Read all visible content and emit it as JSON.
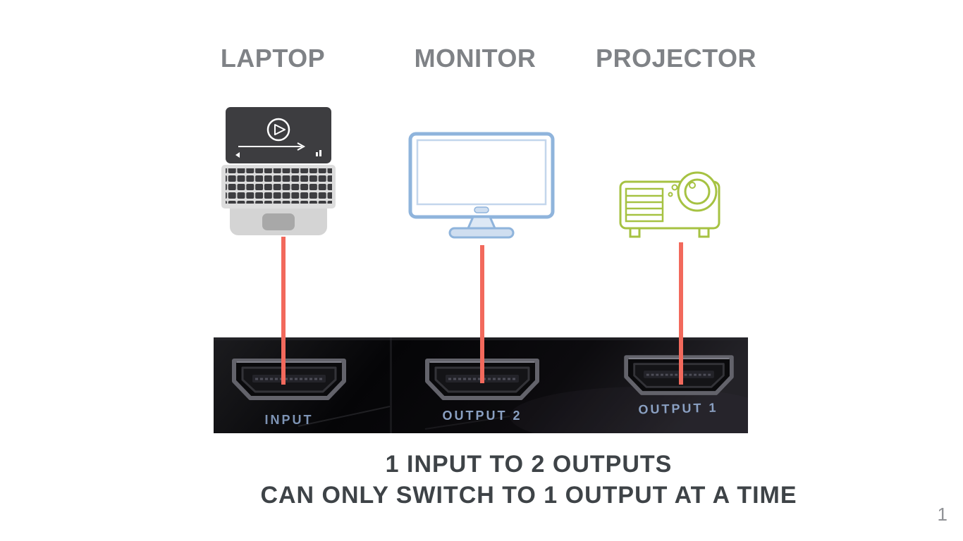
{
  "slide": {
    "caption_line1": "1 INPUT TO 2 OUTPUTS",
    "caption_line2": "CAN ONLY SWITCH TO 1 OUTPUT AT A TIME",
    "page_number": "1"
  },
  "devices": [
    {
      "label": "LAPTOP",
      "icon": "laptop-icon"
    },
    {
      "label": "MONITOR",
      "icon": "monitor-icon"
    },
    {
      "label": "PROJECTOR",
      "icon": "projector-icon"
    }
  ],
  "switch": {
    "ports": [
      {
        "label": "INPUT"
      },
      {
        "label": "OUTPUT 2"
      },
      {
        "label": "OUTPUT 1"
      }
    ]
  },
  "cables": [
    {
      "from": "LAPTOP",
      "to": "INPUT"
    },
    {
      "from": "MONITOR",
      "to": "OUTPUT 2"
    },
    {
      "from": "PROJECTOR",
      "to": "OUTPUT 1"
    }
  ],
  "colors": {
    "cable": "#f2695c",
    "device_label": "#7f8286",
    "caption": "#3e4347",
    "monitor_outline": "#8fb4dc",
    "projector_outline": "#a6c242",
    "port_label": "#8aa0c2",
    "switch_body": "#0b0b0e"
  }
}
